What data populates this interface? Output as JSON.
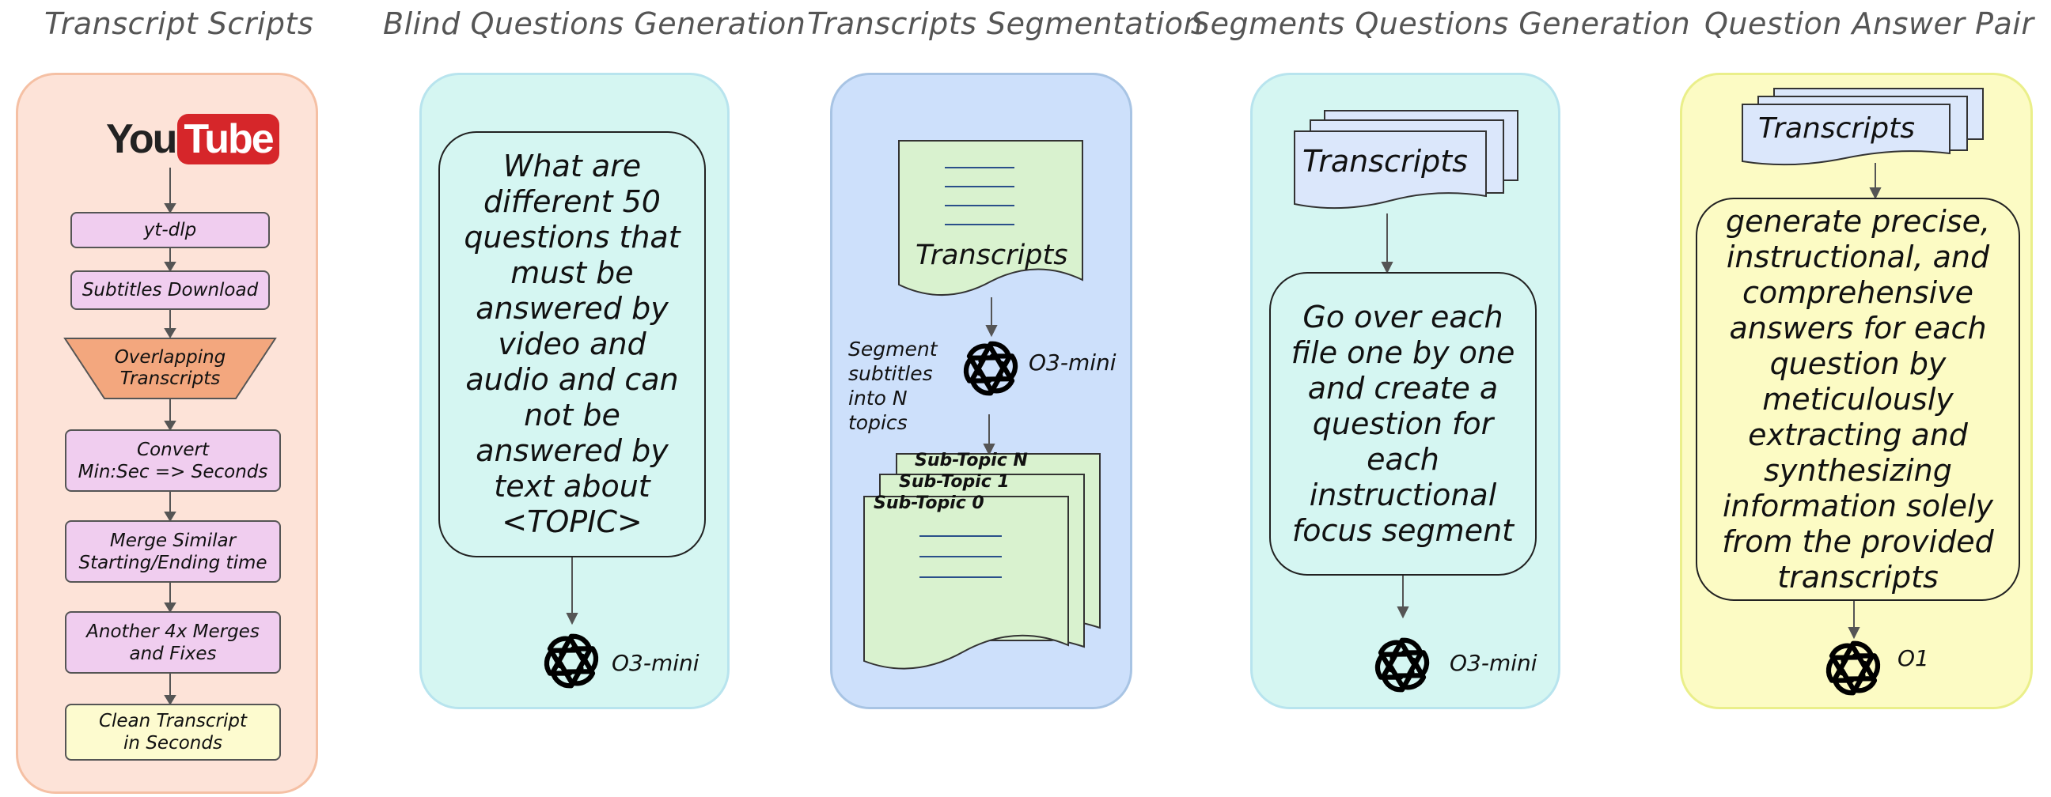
{
  "columns": {
    "c1": {
      "title": "Transcript Scripts"
    },
    "c2": {
      "title": "Blind Questions Generation"
    },
    "c3": {
      "title": "Transcripts Segmentation"
    },
    "c4": {
      "title": "Segments Questions Generation"
    },
    "c5": {
      "title": "Question Answer Pair"
    }
  },
  "youtube": {
    "you": "You",
    "tube": "Tube"
  },
  "steps": {
    "s1": "yt-dlp",
    "s2": "Subtitles Download",
    "s3": "Overlapping Transcripts",
    "s4a": "Convert",
    "s4b": "Min:Sec => Seconds",
    "s5a": "Merge Similar",
    "s5b": "Starting/Ending time",
    "s6a": "Another 4x Merges",
    "s6b": "and Fixes",
    "s7a": "Clean Transcript",
    "s7b": "in Seconds"
  },
  "blind_prompt": "What are different 50 questions that must be answered by video and audio and can not be answered by text about <TOPIC>",
  "seg": {
    "doc_label": "Transcripts",
    "side_note": [
      "Segment",
      "subtitles",
      "into N",
      "topics"
    ],
    "sub_n": "Sub-Topic N",
    "sub_1": "Sub-Topic 1",
    "sub_0": "Sub-Topic 0"
  },
  "segq": {
    "doc_label": "Transcripts",
    "prompt": "Go over each file one by one and create a question for each instructional focus segment"
  },
  "qa": {
    "doc_label": "Transcripts",
    "prompt": "generate precise, instructional, and comprehensive answers for each question by meticulously extracting and synthesizing information solely from the provided transcripts"
  },
  "models": {
    "m2": "O3-mini",
    "m3": "O3-mini",
    "m4": "O3-mini",
    "m5": "O1"
  },
  "colors": {
    "panel_orange": "#fde3d8",
    "panel_orange_border": "#f5c0a4",
    "panel_cyan": "#d5f6f2",
    "panel_cyan_border": "#b8e4ee",
    "panel_blue": "#cde0fb",
    "panel_blue_border": "#a8c4e4",
    "panel_yellow": "#fcfbc4",
    "panel_yellow_border": "#eaef8a",
    "step_pink": "#f0cdef",
    "step_orange": "#f3a77e",
    "step_yellow": "#fdfbcf",
    "doc_green": "#d9f2cf",
    "doc_blue": "#dbe7fb",
    "youtube_red": "#d6262a"
  }
}
